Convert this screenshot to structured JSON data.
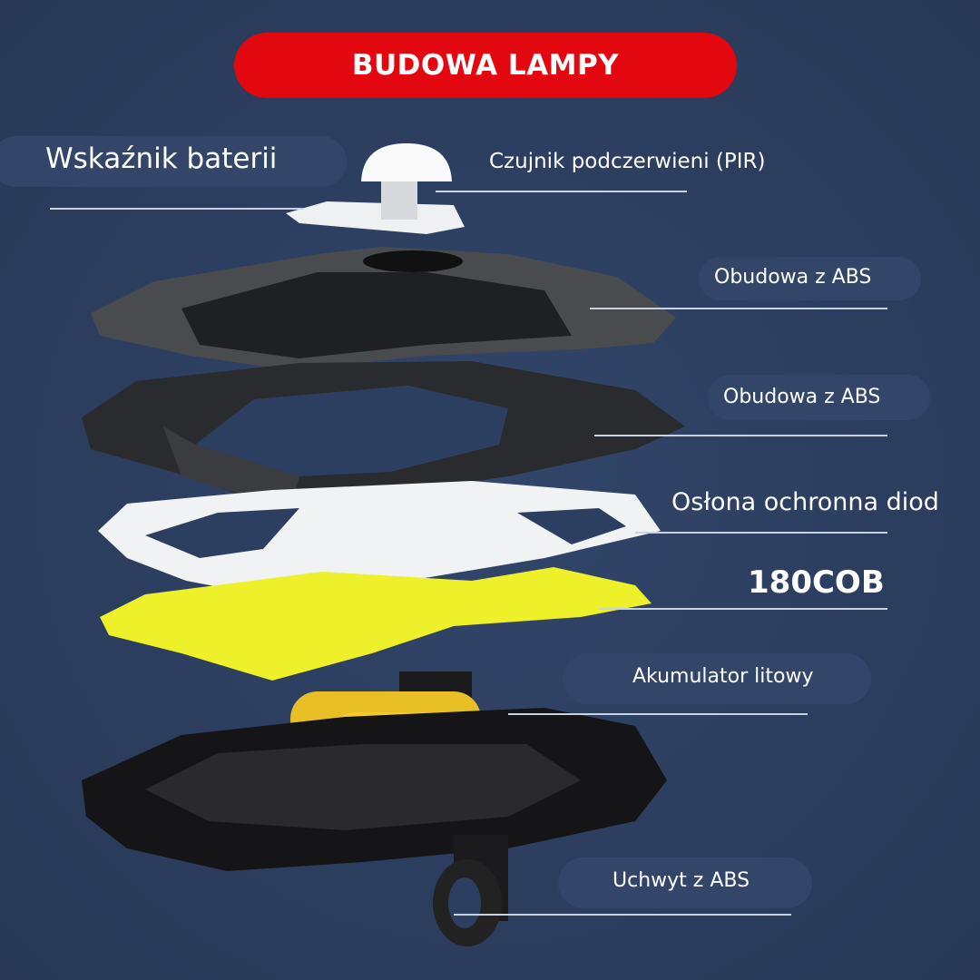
{
  "title": "BUDOWA LAMPY",
  "labels": {
    "battery_indicator": "Wskaźnik baterii",
    "pir_sensor": "Czujnik podczerwieni (PIR)",
    "housing_top": "Obudowa z ABS",
    "housing_middle": "Obudowa z ABS",
    "diode_cover": "Osłona ochronna diod",
    "cob": "180COB",
    "battery": "Akumulator litowy",
    "mount": "Uchwyt z ABS"
  },
  "colors": {
    "background": "#2d3f60",
    "title_bg": "#e3070f",
    "pill": "#34476a",
    "led_board": "#eef02a",
    "cells": "#f2c92a"
  }
}
